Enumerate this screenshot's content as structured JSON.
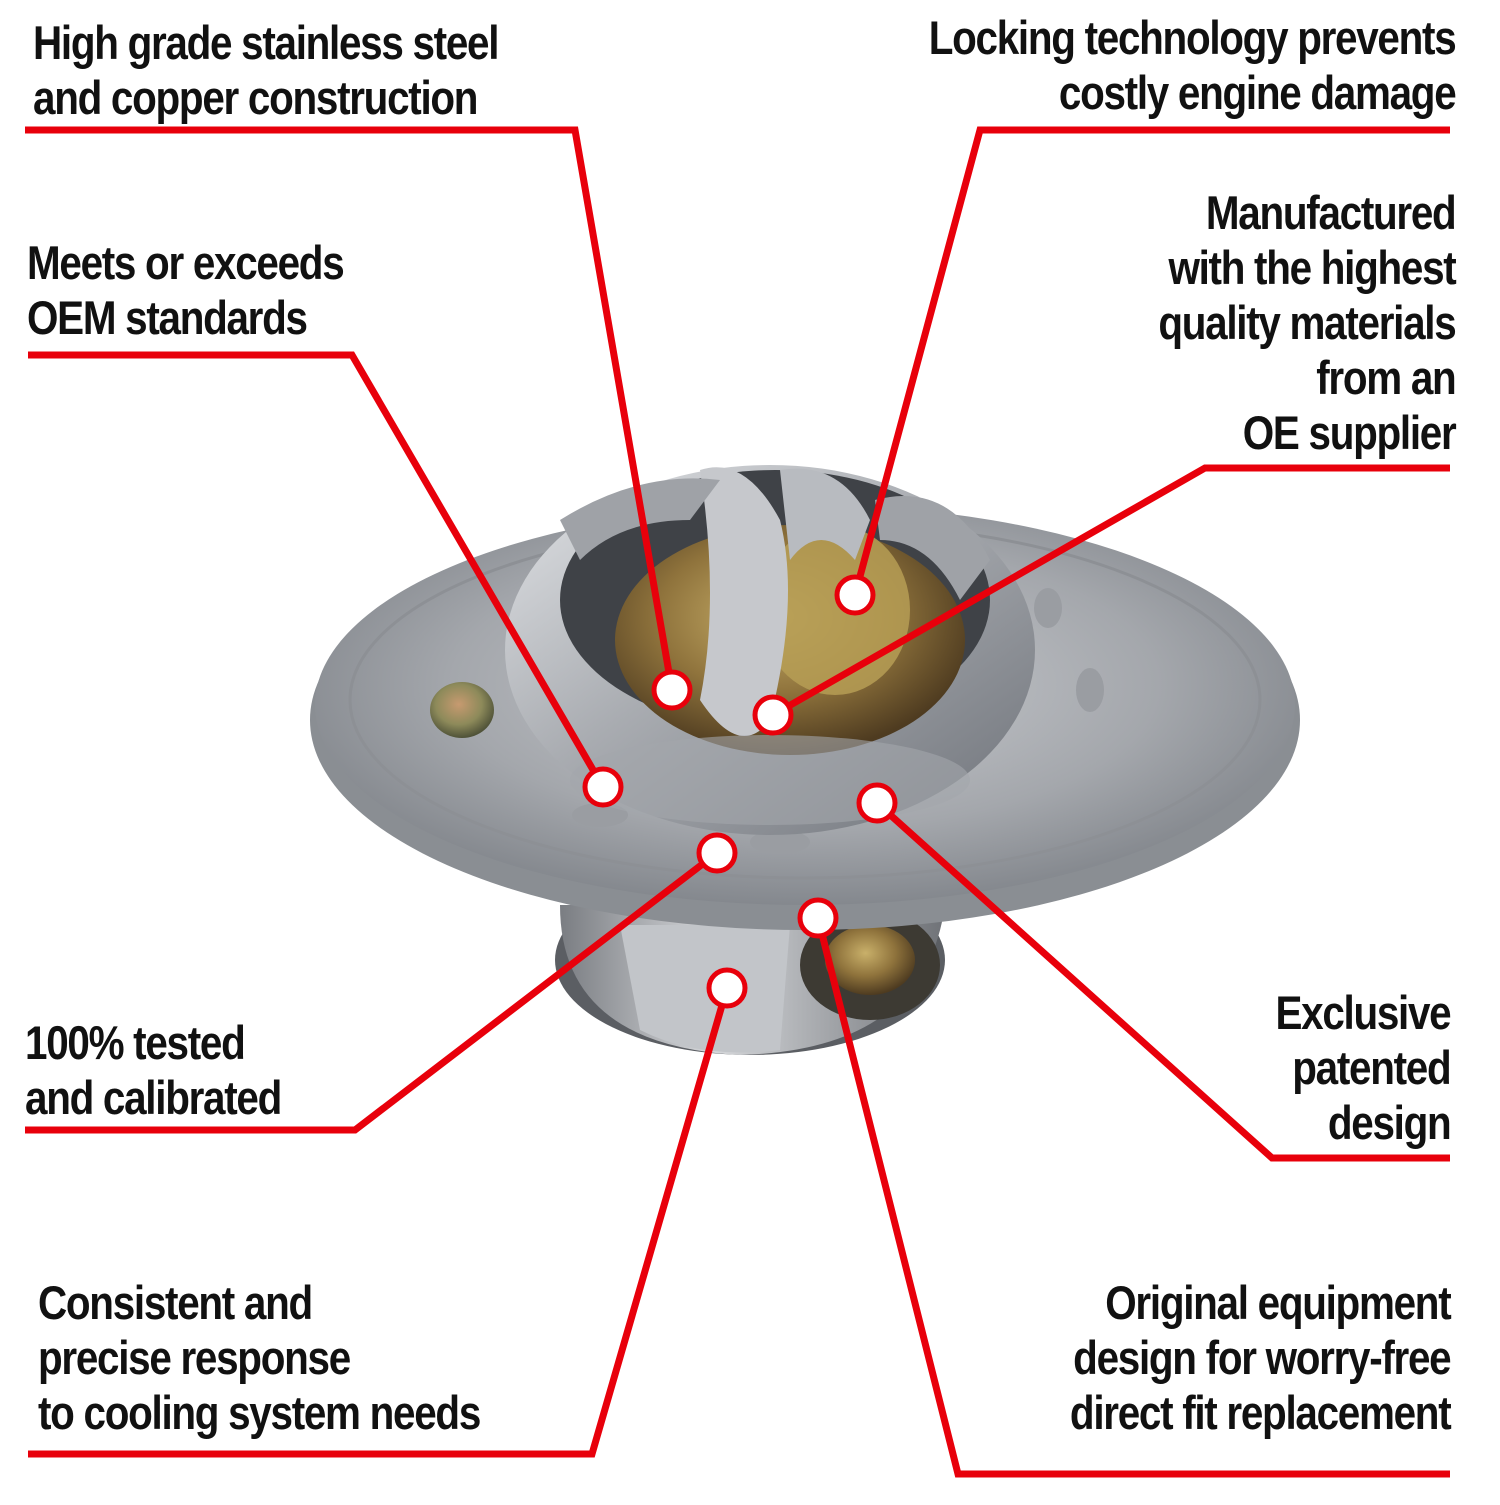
{
  "title": "Thermostat feature callouts",
  "colors": {
    "callout_line": "#e8000b",
    "dot_fill": "#ffffff",
    "text": "#111111",
    "background": "#ffffff"
  },
  "product": {
    "name": "thermostat",
    "description": "Stainless steel and brass engine thermostat with flange, rivet and wax pellet"
  },
  "callouts": [
    {
      "id": "stainless-copper",
      "lines": [
        "High grade stainless steel",
        "and copper construction"
      ],
      "text": "High grade stainless steel\nand copper construction"
    },
    {
      "id": "locking-technology",
      "lines": [
        "Locking technology prevents",
        "costly engine damage"
      ],
      "text": "Locking technology prevents\ncostly engine damage"
    },
    {
      "id": "meets-oem",
      "lines": [
        "Meets or exceeds",
        "OEM standards"
      ],
      "text": "Meets or exceeds\nOEM standards"
    },
    {
      "id": "oe-supplier",
      "lines": [
        "Manufactured",
        "with the highest",
        "quality materials",
        "from an",
        "OE supplier"
      ],
      "text": "Manufactured\nwith the highest\nquality materials\nfrom an\nOE supplier"
    },
    {
      "id": "tested-calibrated",
      "lines": [
        "100% tested",
        "and calibrated"
      ],
      "text": "100% tested\nand calibrated"
    },
    {
      "id": "patented-design",
      "lines": [
        "Exclusive",
        "patented",
        "design"
      ],
      "text": "Exclusive\npatented\ndesign"
    },
    {
      "id": "consistent-response",
      "lines": [
        "Consistent and",
        "precise response",
        "to cooling system needs"
      ],
      "text": "Consistent and\nprecise response\nto cooling system needs"
    },
    {
      "id": "direct-fit",
      "lines": [
        "Original equipment",
        "design for worry-free",
        "direct fit replacement"
      ],
      "text": "Original equipment\ndesign for worry-free\ndirect fit replacement"
    }
  ]
}
